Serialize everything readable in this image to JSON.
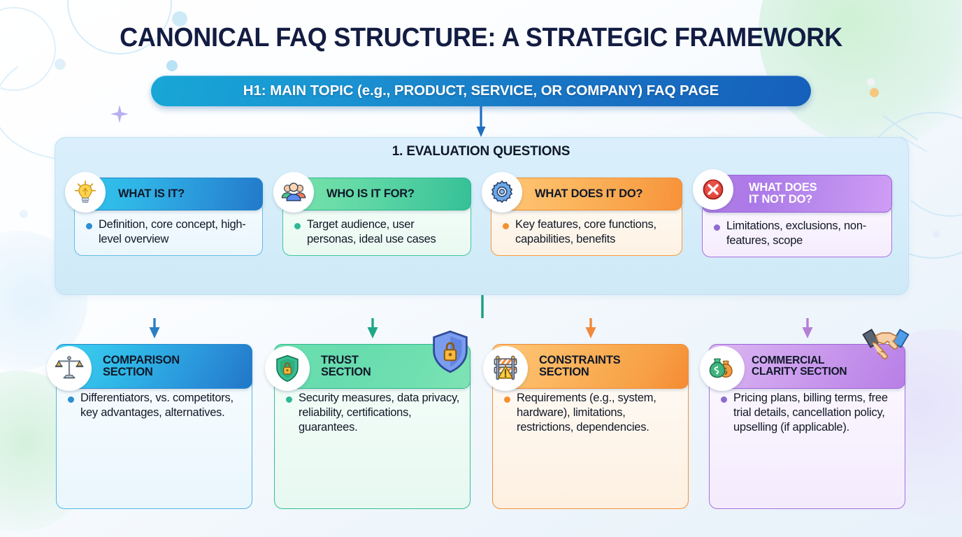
{
  "title": "CANONICAL FAQ STRUCTURE: A STRATEGIC FRAMEWORK",
  "banner": {
    "text": "H1: MAIN TOPIC (e.g., PRODUCT, SERVICE, OR COMPANY) FAQ PAGE"
  },
  "evaluation": {
    "label": "1. EVALUATION QUESTIONS",
    "cards": [
      {
        "title": "WHAT IS IT?",
        "body": "Definition, core concept, high-level overview",
        "icon": "lightbulb-icon",
        "accent": "#2a93d8"
      },
      {
        "title": "WHO IS IT FOR?",
        "body": "Target audience, user personas, ideal use cases",
        "icon": "people-group-icon",
        "accent": "#35c096"
      },
      {
        "title": "WHAT DOES IT DO?",
        "body": "Key features, core functions, capabilities, benefits",
        "icon": "gear-icon",
        "accent": "#f7923a"
      },
      {
        "title": "WHAT DOES\nIT NOT DO?",
        "body": "Limitations, exclusions, non-features, scope",
        "icon": "red-x-circle-icon",
        "accent": "#b07ce6"
      }
    ]
  },
  "sections": [
    {
      "title": "COMPARISON\nSECTION",
      "body": "Differentiators, vs. competitors, key advantages, alternatives.",
      "icon": "balance-scales-icon",
      "accent": "#2a93d8"
    },
    {
      "title": "TRUST\nSECTION",
      "body": "Security measures, data privacy, reliability, certifications, guarantees.",
      "icon": "shield-lock-icon",
      "decor_icon": "blue-shield-lock-icon",
      "accent": "#35c096"
    },
    {
      "title": "CONSTRAINTS\nSECTION",
      "body": "Requirements (e.g., system, hardware), limitations, restrictions, dependencies.",
      "icon": "road-barrier-warning-icon",
      "accent": "#f7923a"
    },
    {
      "title": "COMMERCIAL\nCLARITY SECTION",
      "body": "Pricing plans, billing terms, free trial details, cancellation policy, upselling (if applicable).",
      "icon": "money-bags-icon",
      "decor_icon": "handshake-icon",
      "accent": "#b87ee6"
    }
  ],
  "colors": {
    "title": "#131c42",
    "banner_from": "#17a7d6",
    "banner_to": "#1560bb",
    "panel_bg": "#d8eefb",
    "blue": "#2a93d8",
    "green": "#35c096",
    "orange": "#f7923a",
    "purple": "#b07ce6",
    "red": "#e0574f"
  }
}
